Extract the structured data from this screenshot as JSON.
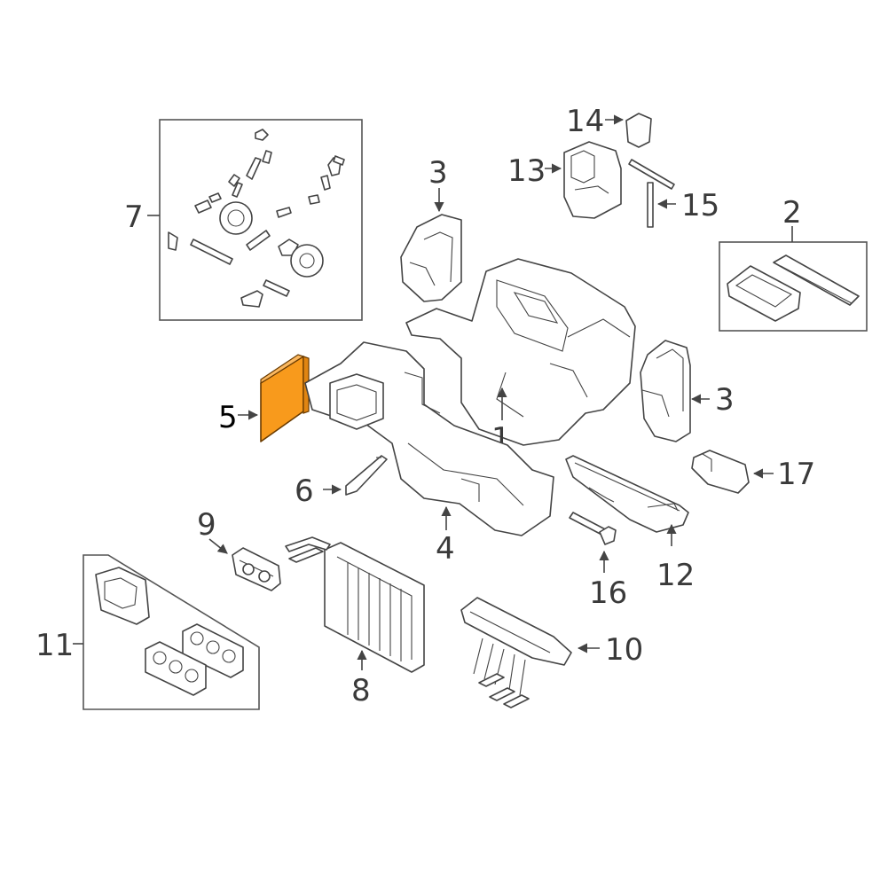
{
  "callouts": {
    "c1": "1",
    "c2": "2",
    "c3a": "3",
    "c3b": "3",
    "c4": "4",
    "c5": "5",
    "c6": "6",
    "c7": "7",
    "c8": "8",
    "c9": "9",
    "c10": "10",
    "c11": "11",
    "c12": "12",
    "c13": "13",
    "c14": "14",
    "c15": "15",
    "c16": "16",
    "c17": "17"
  },
  "colors": {
    "highlight": "#f89a1c",
    "line": "#444444",
    "background": "#ffffff"
  }
}
